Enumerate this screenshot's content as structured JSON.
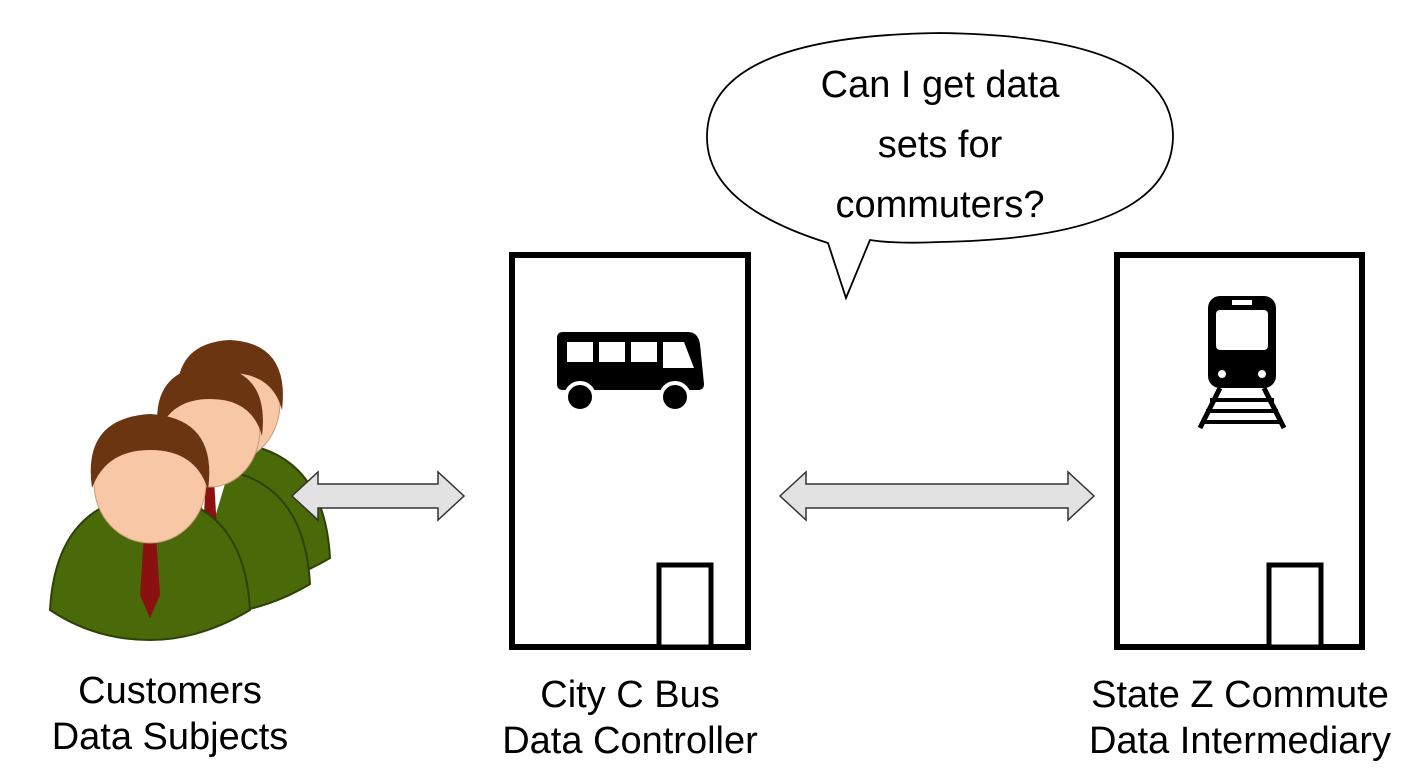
{
  "speech_bubble": {
    "lines": [
      "Can I get data",
      "sets for",
      "commuters?"
    ]
  },
  "entities": {
    "customers": {
      "name": "Customers",
      "role": "Data Subjects",
      "icon": "people-group-icon"
    },
    "city_bus": {
      "name": "City C Bus",
      "role": "Data Controller",
      "icon": "bus-icon"
    },
    "state_commute": {
      "name": "State Z Commute",
      "role": "Data Intermediary",
      "icon": "train-icon"
    }
  },
  "colors": {
    "suit": "#4a6a0a",
    "tie": "#8b1010",
    "skin": "#f7c7a6",
    "hair": "#6b3512",
    "arrow_fill": "#e2e2e2",
    "stroke": "#000000"
  }
}
